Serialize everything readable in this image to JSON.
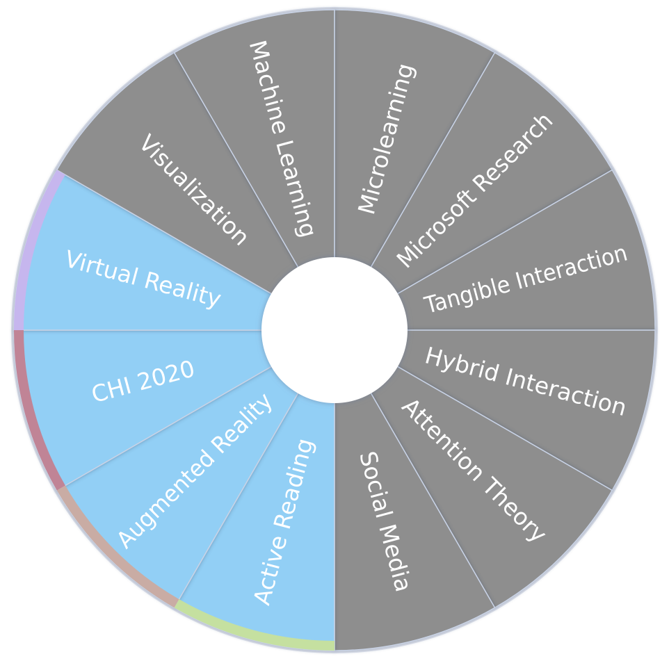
{
  "wheel": {
    "segments": [
      {
        "label": "Microlearning",
        "selected": false,
        "rim_color": ""
      },
      {
        "label": "Microsoft Research",
        "selected": false,
        "rim_color": ""
      },
      {
        "label": "Tangible Interaction",
        "selected": false,
        "rim_color": ""
      },
      {
        "label": "Hybrid Interaction",
        "selected": false,
        "rim_color": ""
      },
      {
        "label": "Attention Theory",
        "selected": false,
        "rim_color": ""
      },
      {
        "label": "Social Media",
        "selected": false,
        "rim_color": ""
      },
      {
        "label": "Active Reading",
        "selected": true,
        "rim_color": "#c5e0a0"
      },
      {
        "label": "Augmented Reality",
        "selected": true,
        "rim_color": "#c9aca4"
      },
      {
        "label": "CHI 2020",
        "selected": true,
        "rim_color": "#c08496"
      },
      {
        "label": "Virtual Reality",
        "selected": true,
        "rim_color": "#c6b6ee"
      },
      {
        "label": "Visualization",
        "selected": false,
        "rim_color": ""
      },
      {
        "label": "Machine Learning",
        "selected": false,
        "rim_color": ""
      }
    ],
    "colors": {
      "unselected": "#8e8e8e",
      "selected": "#92cff5",
      "label": "#ffffff",
      "hub": "#ffffff",
      "rim": "#dfe3ee"
    }
  }
}
